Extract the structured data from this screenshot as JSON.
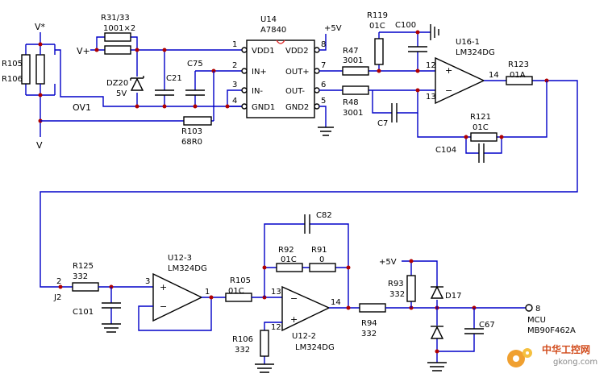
{
  "labels": {
    "v_star": "V*",
    "v_plus": "V+",
    "ov1": "OV1",
    "v": "V",
    "r105": "R105",
    "r106_top": "R106",
    "r31": "R31/33",
    "r31_val": "1001×2",
    "dz20": "DZ20",
    "dz20_val": "5V",
    "c21": "C21",
    "c75": "C75",
    "r103": "R103",
    "r103_val": "68R0",
    "u14": "U14",
    "u14_type": "A7840",
    "vdd1": "VDD1",
    "in_plus": "IN+",
    "in_minus": "IN-",
    "gnd1": "GND1",
    "vdd2": "VDD2",
    "out_plus": "OUT+",
    "out_minus": "OUT-",
    "gnd2": "GND2",
    "plus5v_a": "+5V",
    "p1": "1",
    "p2": "2",
    "p3": "3",
    "p4": "4",
    "p8": "8",
    "p7": "7",
    "p6": "6",
    "p5": "5",
    "r119": "R119",
    "r119_val": "01C",
    "c100": "C100",
    "r47": "R47",
    "r47_val": "3001",
    "r48": "R48",
    "r48_val": "3001",
    "c7": "C7",
    "u16": "U16-1",
    "u16_type": "LM324DG",
    "p12a": "12",
    "p13a": "13",
    "p14a": "14",
    "r123": "R123",
    "r123_val": "01A",
    "r121": "R121",
    "r121_val": "01C",
    "c104": "C104",
    "j2_pin": "2",
    "j2": "J2",
    "r125": "R125",
    "r125_val": "332",
    "c101": "C101",
    "u12_3": "U12-3",
    "u12_3_type": "LM324DG",
    "p3b": "3",
    "p1b": "1",
    "r105b": "R105",
    "r105b_val": "01C",
    "c82": "C82",
    "r92": "R92",
    "r92_val": "01C",
    "r91": "R91",
    "r91_val": "0",
    "p13b": "13",
    "p12b": "12",
    "p14b": "14",
    "u12_2": "U12-2",
    "u12_2_type": "LM324DG",
    "r106b": "R106",
    "r106b_val": "332",
    "plus5v_b": "+5V",
    "r93": "R93",
    "r93_val": "332",
    "d17": "D17",
    "r94": "R94",
    "r94_val": "332",
    "c67": "C67",
    "p8b": "8",
    "mcu": "MCU",
    "mcu_type": "MB90F462A",
    "plus_sign": "+",
    "minus_sign": "−"
  },
  "watermark": {
    "title": "中华工控网",
    "url": "gkong.com"
  }
}
